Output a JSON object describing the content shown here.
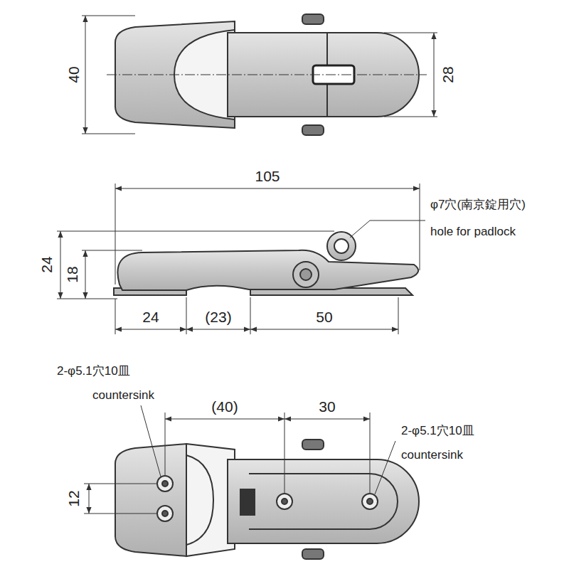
{
  "diagram": {
    "labels": [
      "40",
      "28",
      "105",
      "φ7穴(南京錠用穴)",
      "hole for padlock",
      "24",
      "18",
      "24",
      "(23)",
      "50",
      "2-φ5.1穴10皿",
      "countersink",
      "(40)",
      "30",
      "2-φ5.1穴10皿",
      "countersink",
      "12"
    ]
  }
}
